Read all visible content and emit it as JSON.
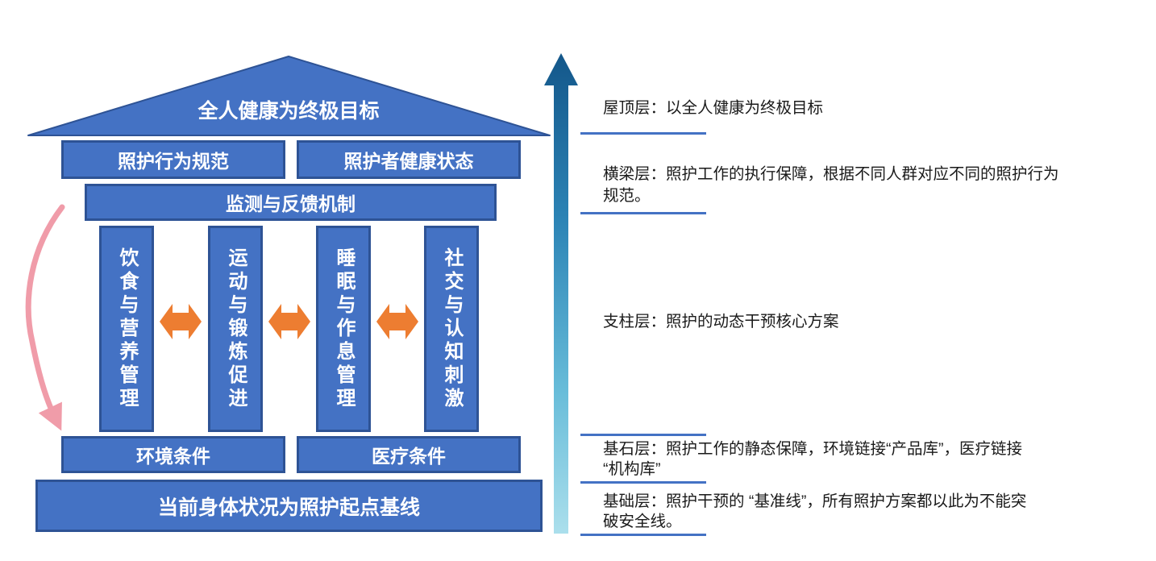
{
  "colors": {
    "box_fill_blue": "#4472C4",
    "box_border_blue": "#2E5395",
    "double_arrow_orange": "#ED7D31",
    "feedback_arrow_pink": "#F09CA9",
    "up_arrow_gradient_top": "#14578A",
    "up_arrow_gradient_bottom": "#ABDFEC",
    "separator_blue": "#4472C4",
    "annotation_text": "#1A1A1A"
  },
  "house": {
    "roof_label": "全人健康为终极目标",
    "beam_left_label": "照护行为规范",
    "beam_right_label": "照护者健康状态",
    "monitor_label": "监测与反馈机制",
    "pillars": [
      {
        "label": "饮食与营养管理"
      },
      {
        "label": "运动与锻炼促进"
      },
      {
        "label": "睡眠与作息管理"
      },
      {
        "label": "社交与认知刺激"
      }
    ],
    "foundation_left_label": "环境条件",
    "foundation_right_label": "医疗条件",
    "baseline_label": "当前身体状况为照护起点基线"
  },
  "annotations": [
    {
      "name": "roof",
      "lines": [
        "屋顶层：以全人健康为终极目标"
      ]
    },
    {
      "name": "beam",
      "lines": [
        "横梁层：照护工作的执行保障，根据不同人群对应不同的照护行为",
        "规范。"
      ]
    },
    {
      "name": "pillar",
      "lines": [
        "支柱层：照护的动态干预核心方案"
      ]
    },
    {
      "name": "cornerstone",
      "lines": [
        "基石层：照护工作的静态保障，环境链接“产品库”，医疗链接",
        "“机构库”"
      ]
    },
    {
      "name": "base",
      "lines": [
        "基础层：照护干预的 “基准线”，所有照护方案都以此为不能突",
        "破安全线。"
      ]
    }
  ]
}
